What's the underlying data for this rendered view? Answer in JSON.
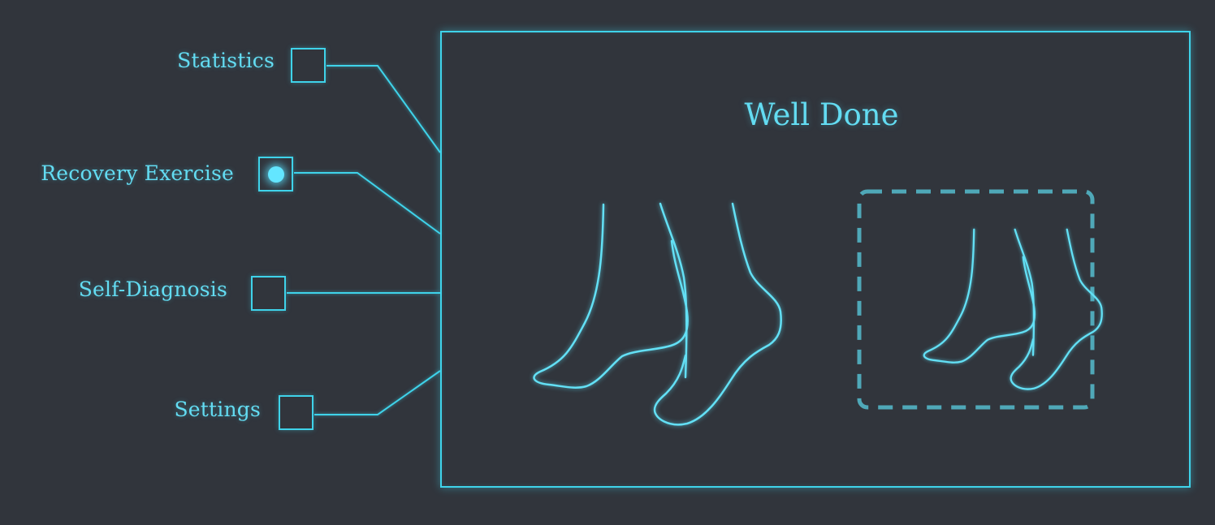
{
  "menu": {
    "items": [
      {
        "label": "Statistics",
        "active": false
      },
      {
        "label": "Recovery Exercise",
        "active": true
      },
      {
        "label": "Self-Diagnosis",
        "active": false
      },
      {
        "label": "Settings",
        "active": false
      }
    ]
  },
  "panel": {
    "title": "Well Done",
    "main_illustration": "feet-pose-icon",
    "thumbnail_illustration": "feet-pose-thumbnail-icon"
  },
  "colors": {
    "background": "#31353c",
    "accent": "#3fd3ea",
    "text": "#63dcf2",
    "active_dot": "#63e6ff",
    "thumbnail_border": "#4fa8b8"
  }
}
